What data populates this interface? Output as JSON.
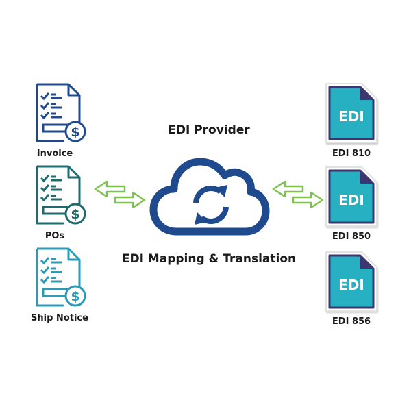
{
  "left_documents": [
    {
      "label": "Invoice",
      "color": "#1f4a8e"
    },
    {
      "label": "POs",
      "color": "#1e6a6e"
    },
    {
      "label": "Ship Notice",
      "color": "#2b9bb8"
    }
  ],
  "center": {
    "title_top": "EDI Provider",
    "title_bottom": "EDI Mapping & Translation",
    "cloud_color": "#1f4a8e"
  },
  "right_documents": [
    {
      "label": "EDI 810",
      "file_text": "EDI"
    },
    {
      "label": "EDI 850",
      "file_text": "EDI"
    },
    {
      "label": "EDI 856",
      "file_text": "EDI"
    }
  ],
  "colors": {
    "arrow": "#7dc24b",
    "file_fill": "#27b0c2",
    "file_border": "#3d3670"
  }
}
